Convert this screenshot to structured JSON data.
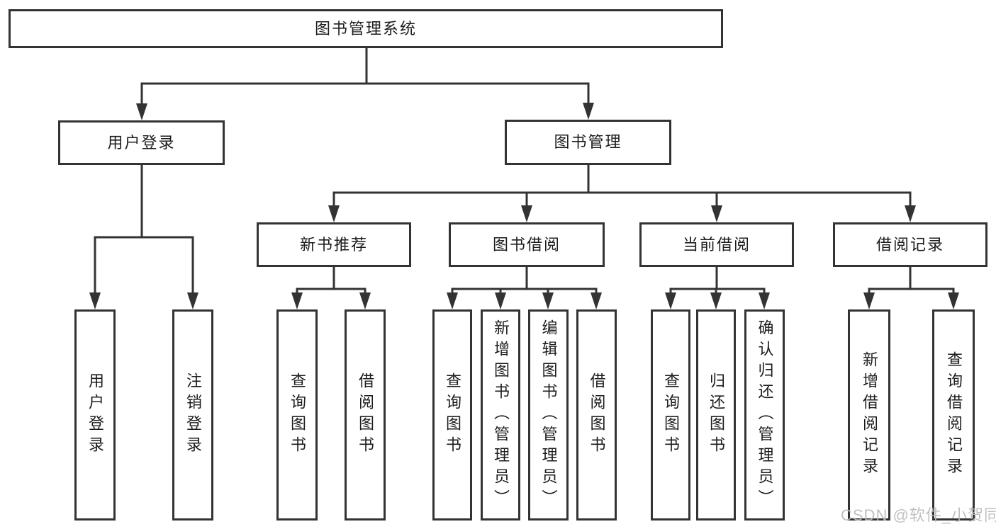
{
  "colors": {
    "line": "#333333",
    "node_border": "#333333",
    "node_background": "#ffffff",
    "text": "#1c1c1c",
    "watermark": "#b9b9b9"
  },
  "watermark": "CSDN @软件_小贺同学",
  "tree": {
    "root": "图书管理系统",
    "level2": [
      {
        "label": "用户登录",
        "leaves": [
          "用户登录",
          "注销登录"
        ]
      },
      {
        "label": "图书管理",
        "branches": [
          {
            "label": "新书推荐",
            "leaves": [
              "查询图书",
              "借阅图书"
            ]
          },
          {
            "label": "图书借阅",
            "leaves": [
              "查询图书",
              "新增图书（管理员）",
              "编辑图书（管理员）",
              "借阅图书"
            ]
          },
          {
            "label": "当前借阅",
            "leaves": [
              "查询图书",
              "归还图书",
              "确认归还（管理员）"
            ]
          },
          {
            "label": "借阅记录",
            "leaves": [
              "新增借阅记录",
              "查询借阅记录"
            ]
          }
        ]
      }
    ]
  }
}
